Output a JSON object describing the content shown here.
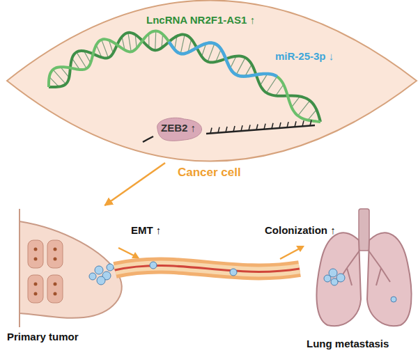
{
  "diagram": {
    "nodes": [
      {
        "text": [
          "LncRNA NR2F1-AS1 ↑",
          "miR-25-3p ↓",
          "Cancer cell"
        ]
      },
      {
        "text": [
          "ZEB2 ↑"
        ],
        "in": 0
      },
      {
        "text": [
          "Primary tumor"
        ]
      },
      {
        "text": [
          "Lung metastasis"
        ]
      }
    ],
    "edges": [
      {
        "from": 0,
        "to": 2,
        "arrow": "to"
      }
    ],
    "labels": [
      "EMT ↑",
      "Colonization ↑"
    ]
  }
}
